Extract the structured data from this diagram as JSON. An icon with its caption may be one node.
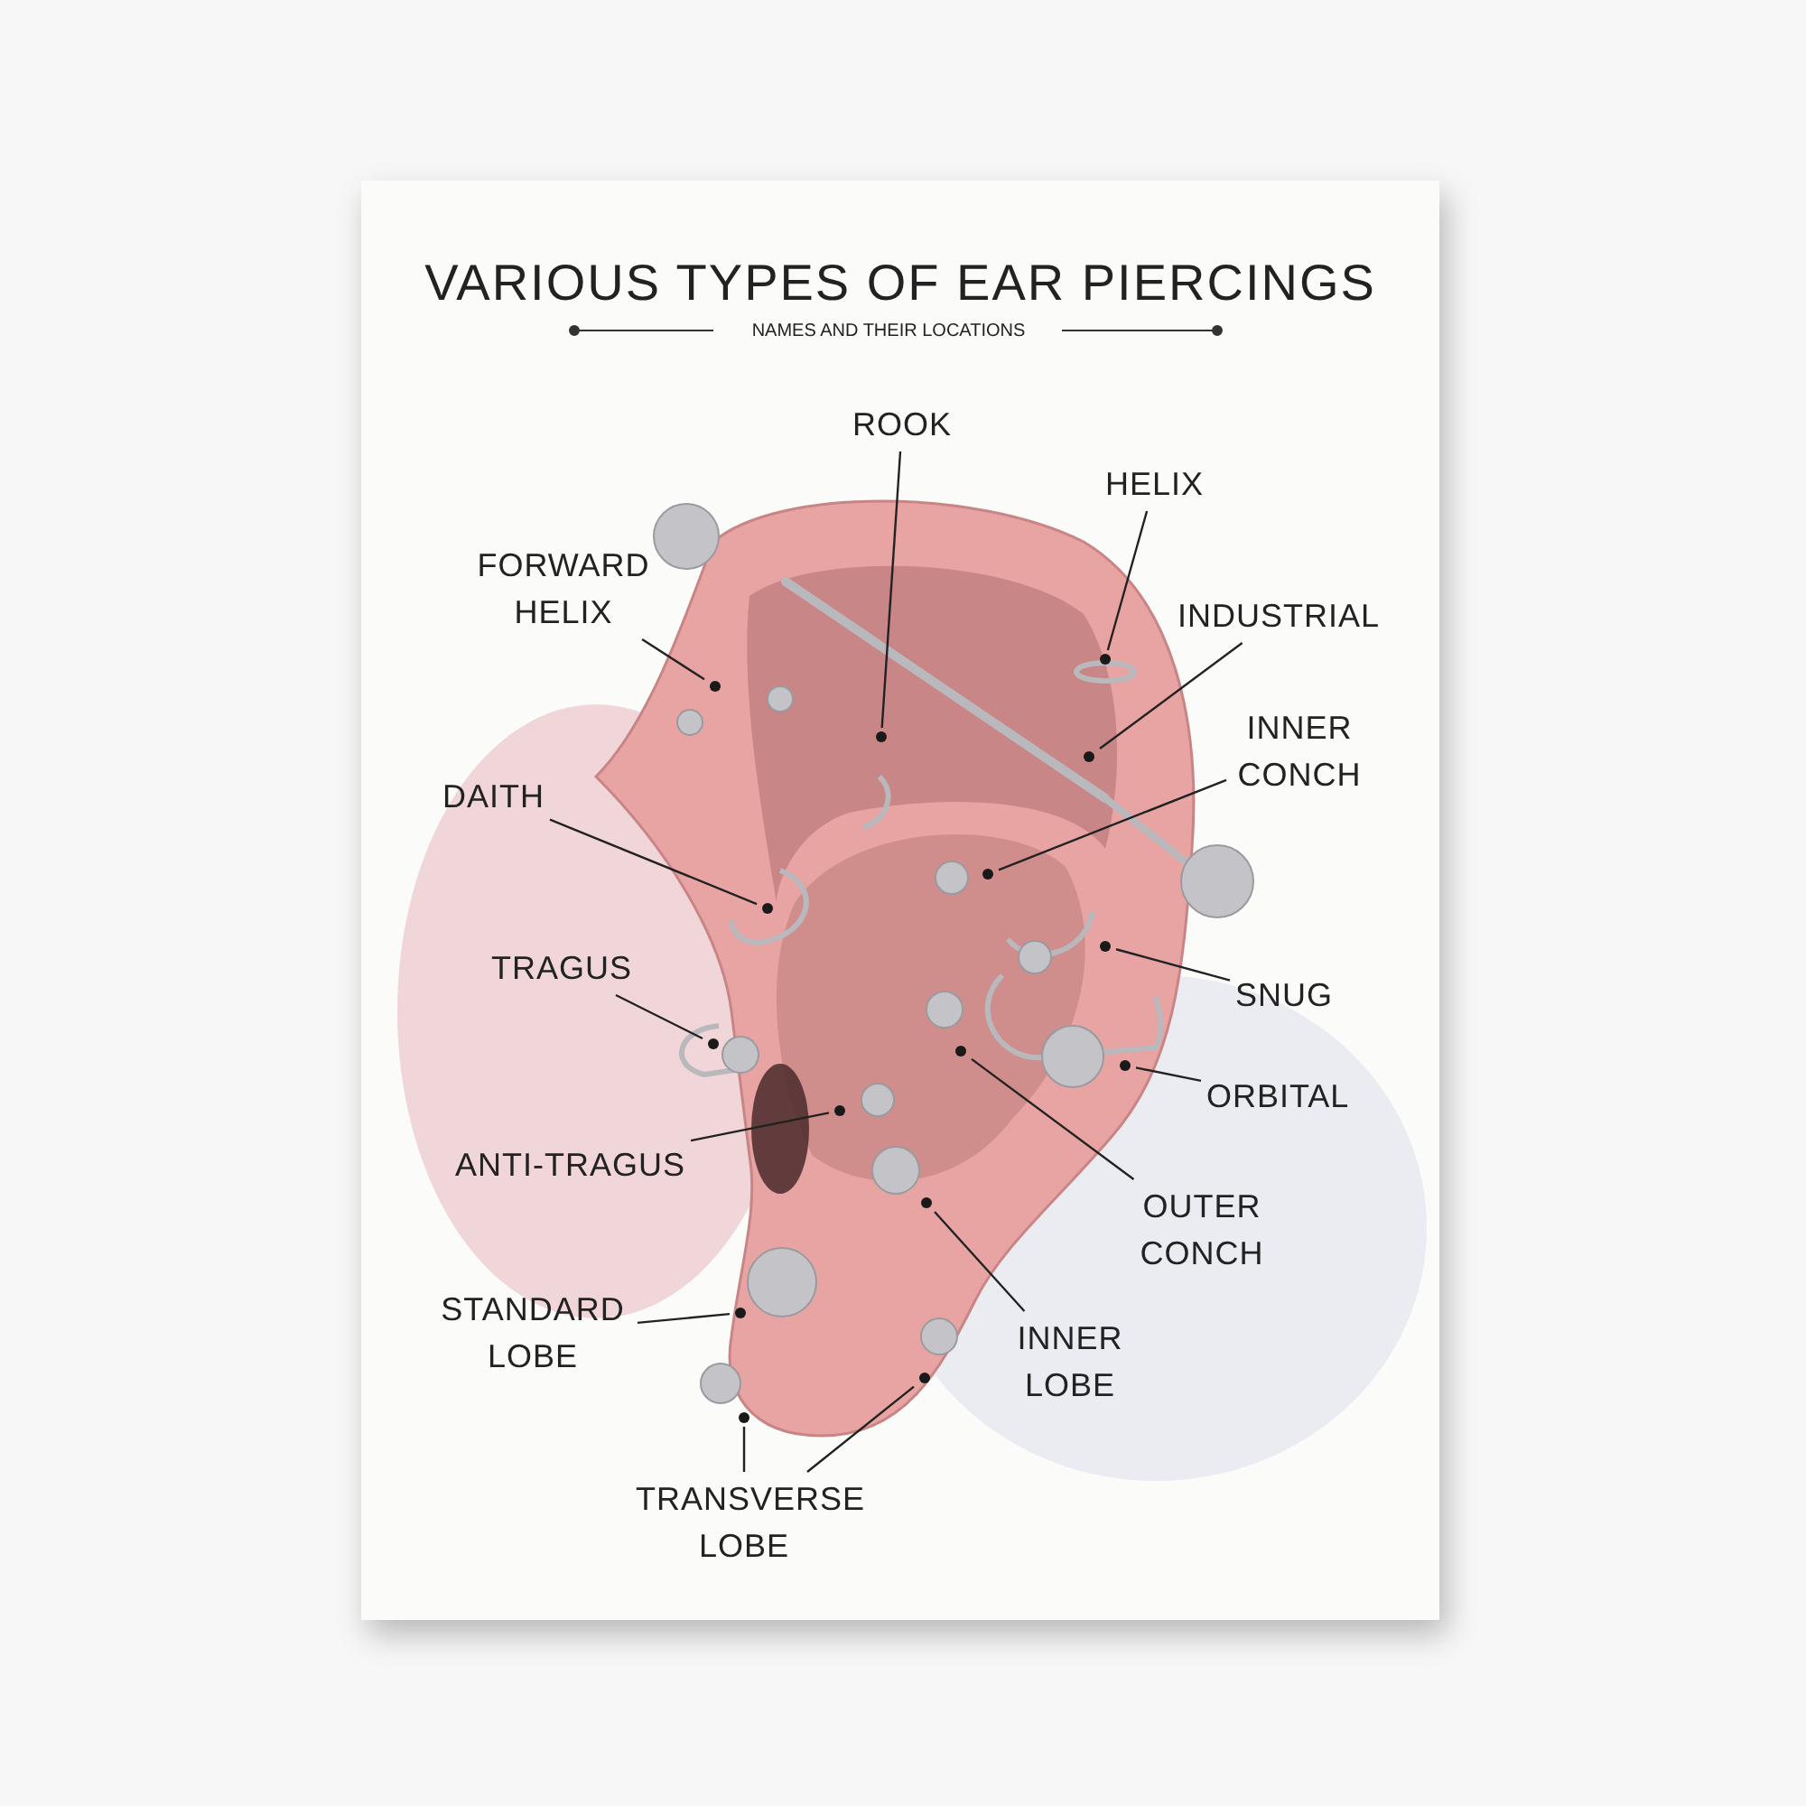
{
  "diagram": {
    "title": "VARIOUS TYPES OF EAR PIERCINGS",
    "nodes": [
      {
        "text": [
          "ROOK"
        ]
      },
      {
        "text": [
          "HELIX"
        ]
      },
      {
        "text": [
          "FORWARD HELIX"
        ]
      },
      {
        "text": [
          "INDUSTRIAL"
        ]
      },
      {
        "text": [
          "INNER CONCH"
        ]
      },
      {
        "text": [
          "DAITH"
        ]
      },
      {
        "text": [
          "TRAGUS"
        ]
      },
      {
        "text": [
          "SNUG"
        ]
      },
      {
        "text": [
          "ORBITAL"
        ]
      },
      {
        "text": [
          "ANTI-TRAGUS"
        ]
      },
      {
        "text": [
          "OUTER CONCH"
        ]
      },
      {
        "text": [
          "STANDARD LOBE"
        ]
      },
      {
        "text": [
          "INNER LOBE"
        ]
      },
      {
        "text": [
          "TRANSVERSE LOBE"
        ]
      },
      {
        "text": [],
        "shape": "circle"
      },
      {
        "text": [],
        "shape": "circle"
      },
      {
        "text": [],
        "shape": "circle"
      },
      {
        "text": [],
        "shape": "circle"
      },
      {
        "text": [],
        "shape": "circle"
      },
      {
        "text": [],
        "shape": "circle"
      },
      {
        "text": [],
        "shape": "circle"
      },
      {
        "text": [],
        "shape": "circle"
      },
      {
        "text": [],
        "shape": "circle"
      },
      {
        "text": [],
        "shape": "circle"
      },
      {
        "text": [],
        "shape": "circle"
      },
      {
        "text": [],
        "shape": "circle"
      },
      {
        "text": [],
        "shape": "circle"
      },
      {
        "text": [],
        "shape": "circle"
      },
      {
        "text": [],
        "shape": "circle"
      }
    ],
    "edges": [
      {
        "from": 0,
        "to": 14,
        "arrow": "none"
      },
      {
        "from": 1,
        "to": 15,
        "arrow": "none"
      },
      {
        "from": 2,
        "to": 16,
        "arrow": "none"
      },
      {
        "from": 3,
        "to": 17,
        "arrow": "none"
      },
      {
        "from": 4,
        "to": 18,
        "arrow": "none"
      },
      {
        "from": 5,
        "to": 19,
        "arrow": "none"
      },
      {
        "from": 6,
        "to": 20,
        "arrow": "none"
      },
      {
        "from": 7,
        "to": 21,
        "arrow": "none"
      },
      {
        "from": 8,
        "to": 22,
        "arrow": "none"
      },
      {
        "from": 9,
        "to": 23,
        "arrow": "none"
      },
      {
        "from": 10,
        "to": 24,
        "arrow": "none"
      },
      {
        "from": 11,
        "to": 25,
        "arrow": "none"
      },
      {
        "from": 12,
        "to": 26,
        "arrow": "none"
      },
      {
        "from": 13,
        "to": 27,
        "arrow": "none"
      },
      {
        "from": 13,
        "to": 28,
        "arrow": "none"
      }
    ],
    "labels": [
      "NAMES AND THEIR LOCATIONS"
    ]
  }
}
